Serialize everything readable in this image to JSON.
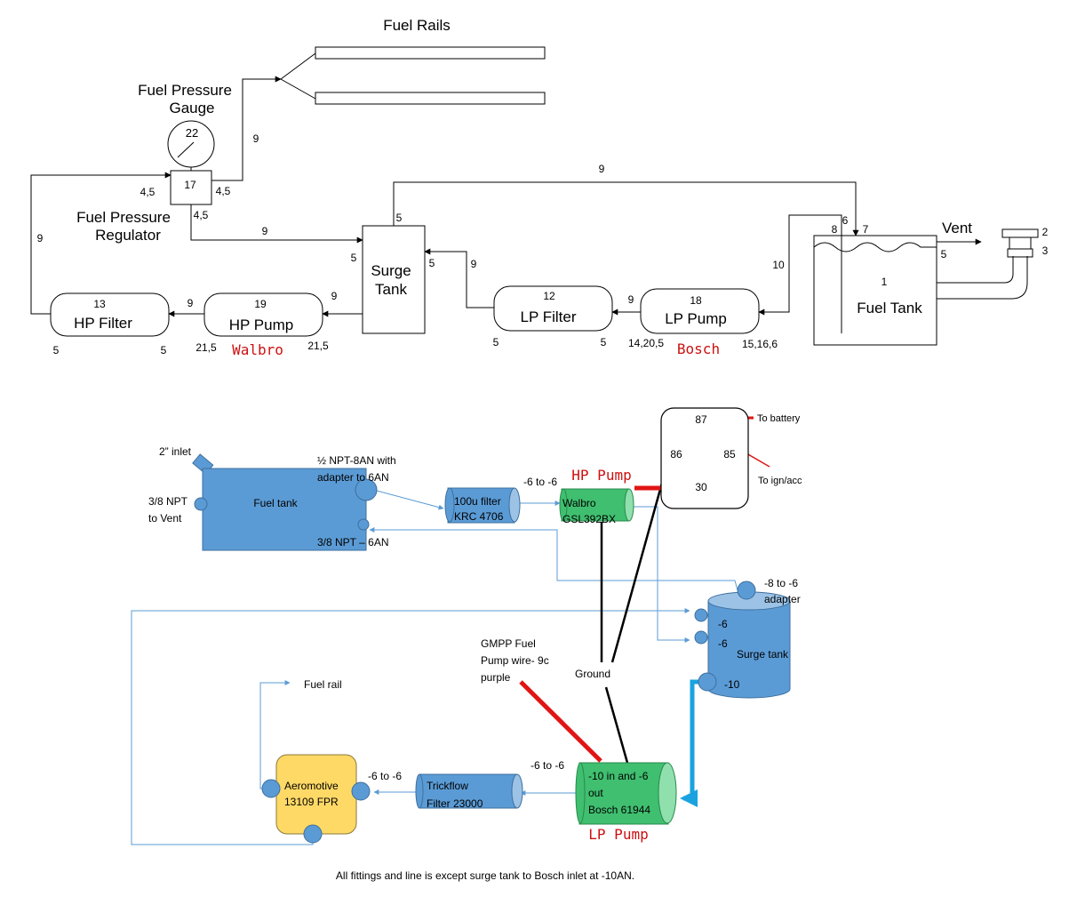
{
  "top": {
    "fuel_rails": "Fuel Rails",
    "gauge_l1": "Fuel Pressure",
    "gauge_l2": "Gauge",
    "gauge_num": "22",
    "reg_num": "17",
    "reg_l1": "Fuel Pressure",
    "reg_l2": "Regulator",
    "surge_l1": "Surge",
    "surge_l2": "Tank",
    "hp_filter": "HP Filter",
    "hp_filter_num": "13",
    "hp_pump": "HP Pump",
    "hp_pump_num": "19",
    "lp_filter": "LP Filter",
    "lp_filter_num": "12",
    "lp_pump": "LP Pump",
    "lp_pump_num": "18",
    "fuel_tank": "Fuel Tank",
    "fuel_tank_num": "1",
    "vent": "Vent",
    "walbro": "Walbro",
    "bosch": "Bosch",
    "labels": {
      "rail_line": "9",
      "top_return": "9",
      "reg_left": "4,5",
      "reg_right": "4,5",
      "reg_bottom": "4,5",
      "left_line": "9",
      "reg_to_surge": "9",
      "surge_top": "5",
      "surge_left": "5",
      "surge_right": "5",
      "surge_to_lpf": "9",
      "hpp_to_hpf": "9",
      "surge_to_hpp": "9",
      "hpf_left": "5",
      "hpf_right": "5",
      "hpp_left": "21,5",
      "hpp_right": "21,5",
      "lpf_left": "5",
      "lpf_right": "5",
      "lpp_out": "9",
      "lpp_left": "14,20,5",
      "lpp_right": "15,16,6",
      "tank_line": "10",
      "tank_6": "6",
      "tank_7": "7",
      "tank_8": "8",
      "tank_vent": "5",
      "cap_2": "2",
      "cap_3": "3"
    }
  },
  "bottom": {
    "inlet": "2” inlet",
    "vent_l1": "3/8 NPT",
    "vent_l2": "to Vent",
    "fuel_tank": "Fuel tank",
    "npt8_l1": "½ NPT-8AN with",
    "npt8_l2": "adapter to 6AN",
    "npt6": "3/8 NPT – 6AN",
    "filter_l1": "100u filter",
    "filter_l2": "KRC 4706",
    "fit_a": "-6 to -6",
    "hp_pump": "HP Pump",
    "walbro_l1": "Walbro",
    "walbro_l2": "GSL392BX",
    "relay_87": "87",
    "relay_86": "86",
    "relay_85": "85",
    "relay_30": "30",
    "to_battery": "To battery",
    "to_ign": "To ign/acc",
    "adapter_l1": "-8 to -6",
    "adapter_l2": "adapter",
    "port1": "-6",
    "port2": "-6",
    "port3": "-10",
    "surge_tank": "Surge tank",
    "gmpp_l1": "GMPP Fuel",
    "gmpp_l2": "Pump wire- 9c",
    "gmpp_l3": "purple",
    "ground": "Ground",
    "fuel_rail": "Fuel rail",
    "fit_b": "-6 to -6",
    "fit_c": "-6 to -6",
    "aero_l1": "Aeromotive",
    "aero_l2": "13109 FPR",
    "trick_l1": "Trickflow",
    "trick_l2": "Filter 23000",
    "bosch_l1": "-10 in and -6",
    "bosch_l2": "out",
    "bosch_l3": "Bosch 61944",
    "lp_pump": "LP Pump",
    "footer": "All fittings and line is except surge tank to Bosch inlet at -10AN."
  },
  "colors": {
    "tank_blue": "#5b9bd5",
    "pump_green": "#3fbf6f",
    "fpr_yellow": "#ffd966",
    "wire_red": "#e01515",
    "line_blue": "#5b9bd5",
    "surge_line": "#1aa3e0",
    "label_red": "#cc1111"
  }
}
